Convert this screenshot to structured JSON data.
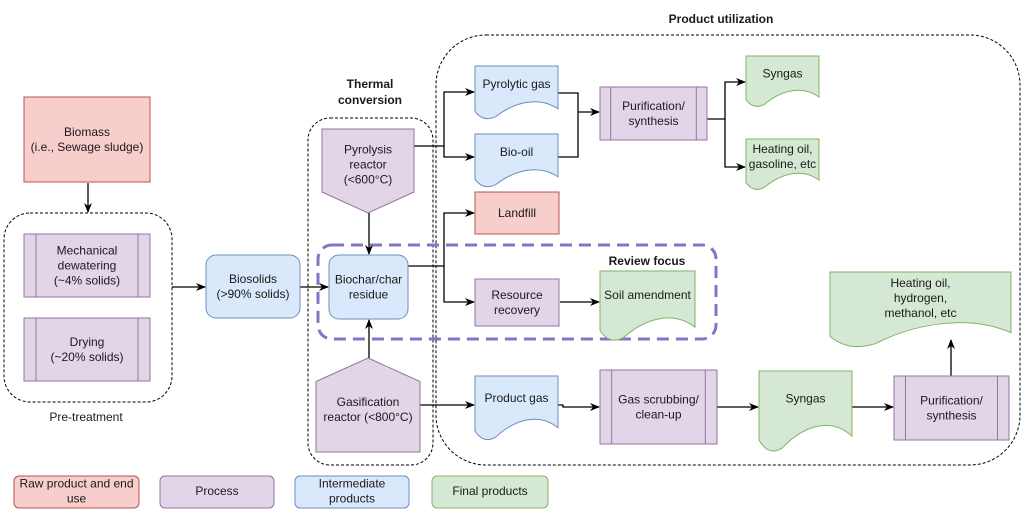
{
  "colors": {
    "raw": {
      "fill": "#f8cecc",
      "stroke": "#b85450"
    },
    "process": {
      "fill": "#e1d5e7",
      "stroke": "#9673a6"
    },
    "intermediate": {
      "fill": "#dae8fc",
      "stroke": "#6c8ebf"
    },
    "final": {
      "fill": "#d5e8d4",
      "stroke": "#82b366"
    },
    "review_focus_border": "#7b78c8",
    "line": "#000000"
  },
  "groups": {
    "pre_treatment": "Pre-treatment",
    "thermal_conversion": [
      "Thermal",
      "conversion"
    ],
    "product_utilization": "Product utilization",
    "review_focus": "Review focus"
  },
  "nodes": {
    "biomass": [
      "Biomass",
      "(i.e., Sewage sludge)"
    ],
    "mechanical_dewatering": [
      "Mechanical",
      "dewatering",
      "(~4% solids)"
    ],
    "drying": [
      "Drying",
      "(~20% solids)"
    ],
    "biosolids": [
      "Biosolids",
      "(>90% solids)"
    ],
    "pyrolysis_reactor": [
      "Pyrolysis",
      "reactor",
      "(<600°C)"
    ],
    "biochar": [
      "Biochar/char",
      "residue"
    ],
    "gasification_reactor": [
      "Gasification",
      "reactor (<800°C)"
    ],
    "pyrolytic_gas": [
      "Pyrolytic gas"
    ],
    "bio_oil": [
      "Bio-oil"
    ],
    "purification_top": [
      "Purification/",
      "synthesis"
    ],
    "syngas_top": [
      "Syngas"
    ],
    "heating_oil_top": [
      "Heating oil,",
      "gasoline, etc"
    ],
    "landfill": [
      "Landfill"
    ],
    "resource_recovery": [
      "Resource",
      "recovery"
    ],
    "soil_amendment": [
      "Soil amendment"
    ],
    "product_gas": [
      "Product gas"
    ],
    "gas_scrubbing": [
      "Gas scrubbing/",
      "clean-up"
    ],
    "syngas_bottom": [
      "Syngas"
    ],
    "purification_bottom": [
      "Purification/",
      "synthesis"
    ],
    "heating_oil_bottom": [
      "Heating oil,",
      "hydrogen,",
      "methanol, etc"
    ]
  },
  "legend": [
    {
      "label": [
        "Raw product and end",
        "use"
      ],
      "type": "raw"
    },
    {
      "label": [
        "Process"
      ],
      "type": "process"
    },
    {
      "label": [
        "Intermediate",
        "products"
      ],
      "type": "intermediate"
    },
    {
      "label": [
        "Final products"
      ],
      "type": "final"
    }
  ]
}
